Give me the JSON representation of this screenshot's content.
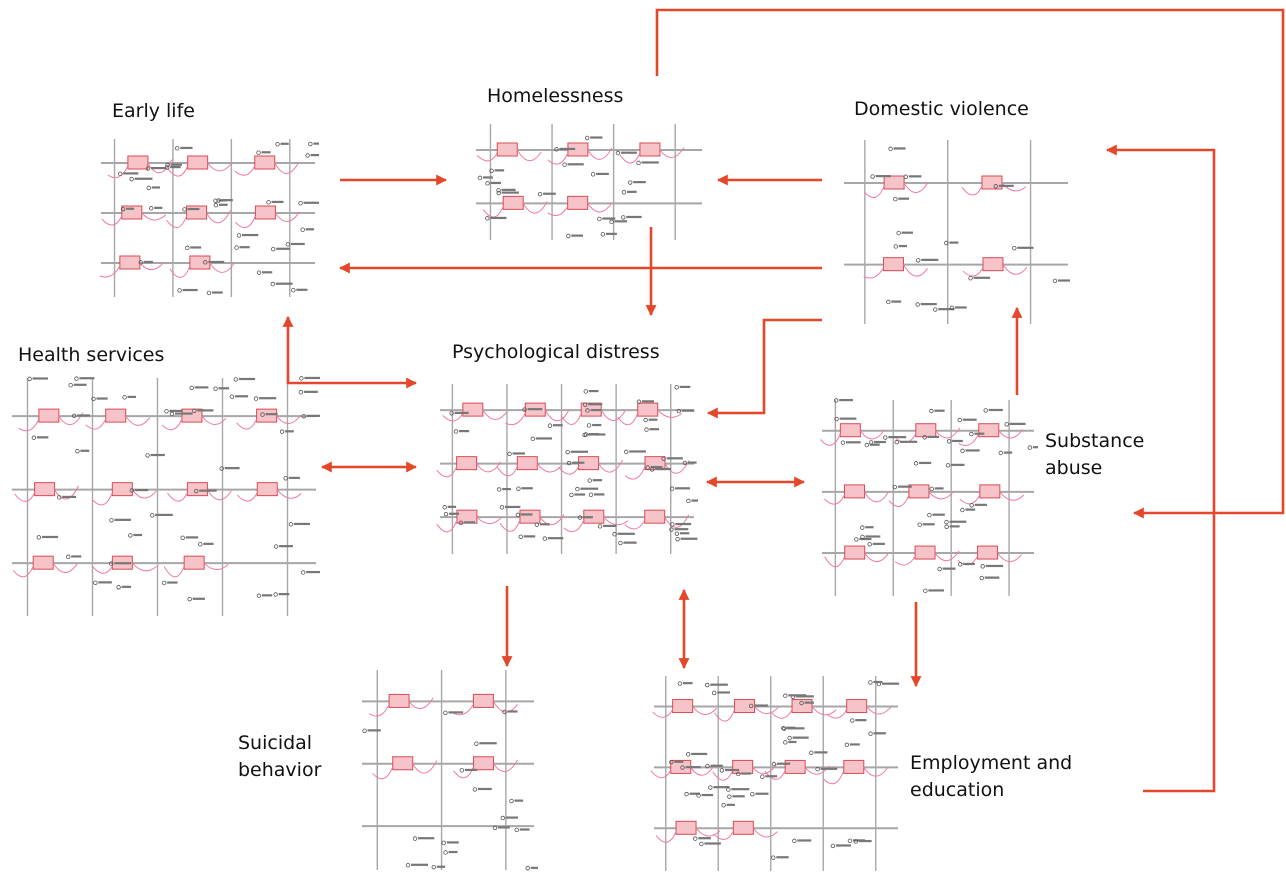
{
  "sectors": {
    "early_life": "Early life",
    "homelessness": "Homelessness",
    "domestic_violence": "Domestic violence",
    "health_services": "Health services",
    "psychological_distress": "Psychological distress",
    "substance_abuse": [
      "Substance",
      "abuse"
    ],
    "suicidal_behavior": [
      "Suicidal",
      "behavior"
    ],
    "employment_education": [
      "Employment and",
      "education"
    ]
  },
  "colors": {
    "arrow": "#e5472a",
    "flow_pipe": "#a7a7a7",
    "link": "#f07aa0",
    "stock": "#d94a55"
  },
  "thumbnails": [
    {
      "id": "early_life",
      "stocks": 8
    },
    {
      "id": "homelessness",
      "stocks": 5
    },
    {
      "id": "domestic_violence",
      "stocks": 4
    },
    {
      "id": "health_services",
      "stocks": 11
    },
    {
      "id": "psychological_distress",
      "stocks": 12
    },
    {
      "id": "substance_abuse",
      "stocks": 9
    },
    {
      "id": "suicidal_behavior",
      "stocks": 4
    },
    {
      "id": "employment_education",
      "stocks": 10
    }
  ]
}
